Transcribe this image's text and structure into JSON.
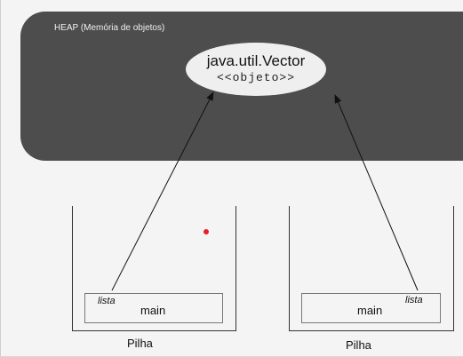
{
  "heap": {
    "label": "HEAP (Memória de objetos)"
  },
  "object": {
    "class_name": "java.util.Vector",
    "stereotype": "<<objeto>>"
  },
  "stacks": [
    {
      "frame_name": "main",
      "variable": "lista",
      "caption": "Pilha"
    },
    {
      "frame_name": "main",
      "variable": "lista",
      "caption": "Pilha"
    }
  ],
  "colors": {
    "heap_fill": "#4d4d4d",
    "object_fill": "#efefef",
    "background": "#f4f4f4",
    "marker": "#e4202a"
  }
}
